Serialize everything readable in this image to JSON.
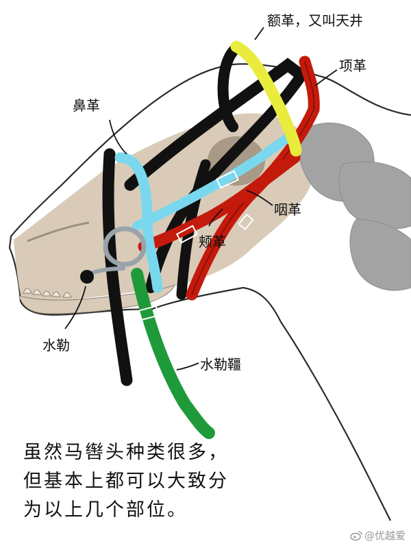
{
  "labels": {
    "browband": "额革，又叫天井",
    "crownpiece": "项革",
    "noseband": "鼻革",
    "throatlatch": "咽革",
    "cheekpiece": "颊革",
    "bit": "水勒",
    "rein": "水勒韁"
  },
  "caption": {
    "line1": "虽然马辔头种类很多，",
    "line2": "但基本上都可以大致分",
    "line3": "为以上几个部位。"
  },
  "watermark": {
    "text": "@优越爱",
    "icon": "weibo-icon"
  },
  "colors": {
    "skull": "#d9cbb8",
    "neck_bone": "#a3a3a3",
    "black_strap": "#111111",
    "browband": "#e9ec3c",
    "crownpiece": "#c41a0c",
    "noseband": "#7ad8ee",
    "rein": "#1f9a3a",
    "bit_ring": "#9aa3ab"
  }
}
